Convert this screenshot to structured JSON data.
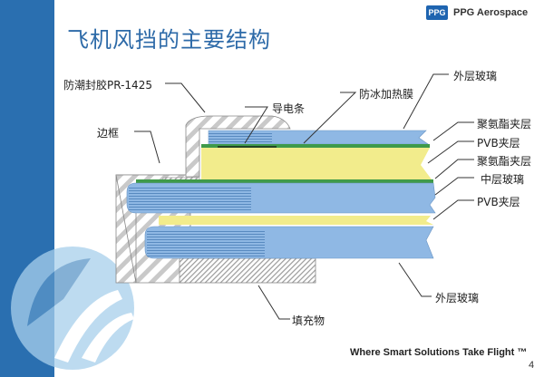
{
  "header": {
    "title": "飞机风挡的主要结构",
    "brand": "PPG Aerospace",
    "logo_text": "PPG"
  },
  "diagram": {
    "labels": {
      "sealant": "防潮封胶PR-1425",
      "frame": "边框",
      "bus_bar": "导电条",
      "anti_ice_film": "防冰加热膜",
      "outer_glass_top": "外层玻璃",
      "urethane_1": "聚氨酯夹层",
      "pvb_1": "PVB夹层",
      "urethane_2": "聚氨酯夹层",
      "middle_glass": "中层玻璃",
      "pvb_2": "PVB夹层",
      "outer_glass_bottom": "外层玻璃",
      "filler": "填充物"
    },
    "colors": {
      "glass": "#8fb8e4",
      "interlayer": "#f2ec8c",
      "film": "#3f9a4a",
      "sidebar": "#2a6fb0",
      "title": "#2d6aa8"
    }
  },
  "footer": {
    "tagline": "Where Smart Solutions Take Flight ™",
    "page_number": "4"
  }
}
